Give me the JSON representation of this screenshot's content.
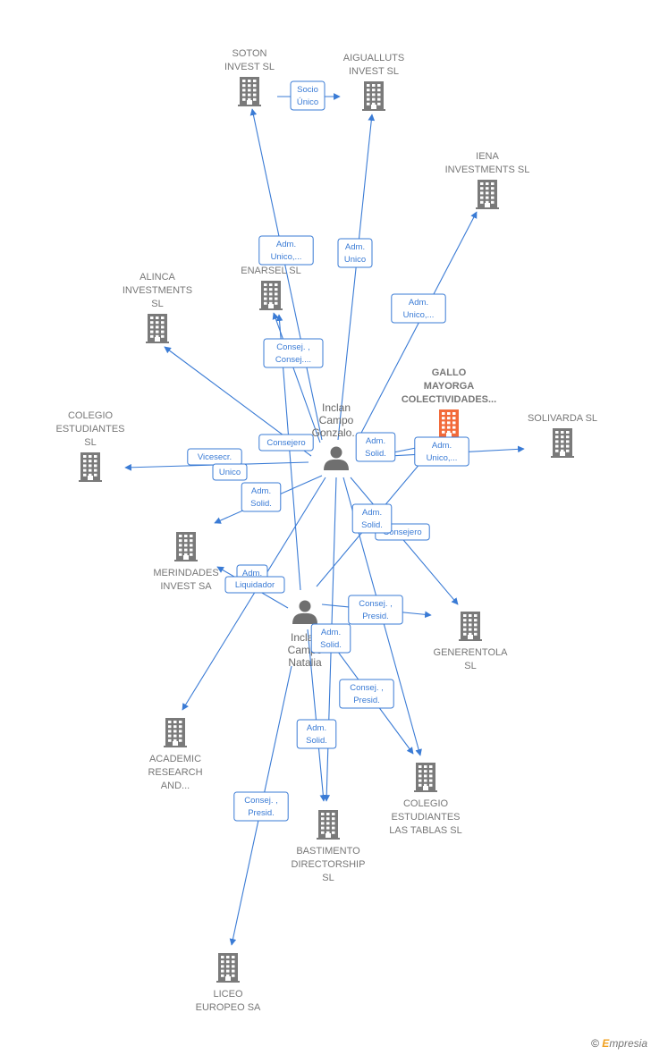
{
  "colors": {
    "edge": "#3a7bd5",
    "building": "#7a7a7a",
    "main_building": "#f26a3a",
    "person": "#6f6f6f"
  },
  "nodes": [
    {
      "id": "soton",
      "type": "company",
      "lines": [
        "SOTON",
        "INVEST  SL"
      ]
    },
    {
      "id": "aigualluts",
      "type": "company",
      "lines": [
        "AIGUALLUTS",
        "INVEST  SL"
      ]
    },
    {
      "id": "iena",
      "type": "company",
      "lines": [
        "IENA",
        "INVESTMENTS SL"
      ]
    },
    {
      "id": "enarsel",
      "type": "company",
      "lines": [
        "ENARSEL  SL"
      ]
    },
    {
      "id": "alinca",
      "type": "company",
      "lines": [
        "ALINCA",
        "INVESTMENTS",
        "SL"
      ]
    },
    {
      "id": "gallo",
      "type": "main",
      "lines": [
        "GALLO",
        "MAYORGA",
        "COLECTIVIDADES..."
      ]
    },
    {
      "id": "solivarda",
      "type": "company",
      "lines": [
        "SOLIVARDA  SL"
      ]
    },
    {
      "id": "colegio_est",
      "type": "company",
      "lines": [
        "COLEGIO",
        "ESTUDIANTES",
        "SL"
      ]
    },
    {
      "id": "merindades",
      "type": "company",
      "lines": [
        "MERINDADES",
        "INVEST SA"
      ]
    },
    {
      "id": "generentola",
      "type": "company",
      "lines": [
        "GENERENTOLA",
        "SL"
      ]
    },
    {
      "id": "academic",
      "type": "company",
      "lines": [
        "ACADEMIC",
        "RESEARCH",
        "AND..."
      ]
    },
    {
      "id": "colegio_tablas",
      "type": "company",
      "lines": [
        "COLEGIO",
        "ESTUDIANTES",
        "LAS TABLAS SL"
      ]
    },
    {
      "id": "bastimento",
      "type": "company",
      "lines": [
        "BASTIMENTO",
        "DIRECTORSHIP",
        "SL"
      ]
    },
    {
      "id": "liceo",
      "type": "company",
      "lines": [
        "LICEO",
        "EUROPEO SA"
      ]
    },
    {
      "id": "gonzalo",
      "type": "person",
      "lines": [
        "Inclan",
        "Campo",
        "Gonzalo..."
      ]
    },
    {
      "id": "natalia",
      "type": "person",
      "lines": [
        "Inclan",
        "Campo",
        "Natalia"
      ]
    }
  ],
  "edges": [
    {
      "from": "soton",
      "to": "aigualluts",
      "label": [
        "Socio",
        "Único"
      ]
    },
    {
      "from": "gonzalo",
      "to": "soton",
      "label": [
        "Adm.",
        "Unico,..."
      ]
    },
    {
      "from": "gonzalo",
      "to": "aigualluts",
      "label": [
        "Adm.",
        "Unico"
      ]
    },
    {
      "from": "gonzalo",
      "to": "iena",
      "label": [
        "Adm.",
        "Unico,..."
      ]
    },
    {
      "from": "gonzalo",
      "to": "enarsel",
      "label": [
        "Consej. ,",
        "Consej...."
      ]
    },
    {
      "from": "natalia",
      "to": "enarsel",
      "label": [
        "Consejero"
      ]
    },
    {
      "from": "gonzalo",
      "to": "alinca",
      "label": [
        "Vicesecr."
      ]
    },
    {
      "from": "gonzalo",
      "to": "colegio_est",
      "label": [
        "Unico"
      ]
    },
    {
      "from": "gonzalo",
      "to": "gallo",
      "label": [
        "Adm.",
        "Solid."
      ]
    },
    {
      "from": "gonzalo",
      "to": "solivarda",
      "label": [
        "Adm.",
        "Unico,..."
      ]
    },
    {
      "from": "gonzalo",
      "to": "merindades",
      "label": [
        "Adm.",
        "Solid."
      ]
    },
    {
      "from": "natalia",
      "to": "merindades",
      "label": [
        "Adm."
      ]
    },
    {
      "from": "gonzalo",
      "to": "academic",
      "label": [
        "Liquidador"
      ]
    },
    {
      "from": "gonzalo",
      "to": "generentola",
      "label": [
        "Consejero"
      ]
    },
    {
      "from": "natalia",
      "to": "gallo",
      "label": [
        "Adm.",
        "Solid."
      ]
    },
    {
      "from": "natalia",
      "to": "generentola",
      "label": [
        "Consej. ,",
        "Presid."
      ]
    },
    {
      "from": "natalia",
      "to": "colegio_tablas",
      "label": [
        "Consej. ,",
        "Presid."
      ]
    },
    {
      "from": "gonzalo",
      "to": "colegio_tablas",
      "label": []
    },
    {
      "from": "gonzalo",
      "to": "bastimento",
      "label": [
        "Adm.",
        "Solid."
      ]
    },
    {
      "from": "natalia",
      "to": "bastimento",
      "label": [
        "Adm.",
        "Solid."
      ]
    },
    {
      "from": "natalia",
      "to": "liceo",
      "label": [
        "Consej. ,",
        "Presid."
      ]
    }
  ],
  "branding": {
    "copyright": "©",
    "brand_initial": "E",
    "brand_rest": "mpresia"
  }
}
